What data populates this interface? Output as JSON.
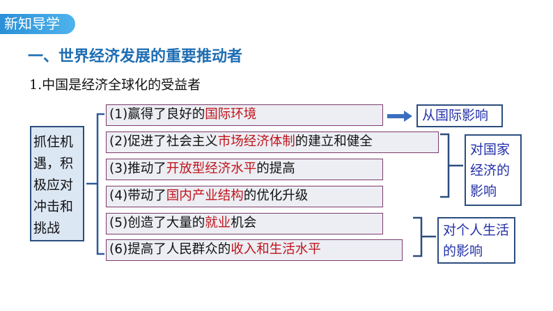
{
  "tag": "新知导学",
  "heading": "一、世界经济发展的重要推动者",
  "subheading": "1.中国是经济全球化的受益者",
  "left_box": "抓住机遇，积极应对冲击和挑战",
  "rows": [
    {
      "pre": "(1)赢得了良好的",
      "red": "国际环境",
      "post": ""
    },
    {
      "pre": "(2)促进了社会主义",
      "red": "市场经济体制",
      "post": "的建立和健全"
    },
    {
      "pre": "(3)推动了",
      "red": "开放型经济水平",
      "post": "的提高"
    },
    {
      "pre": "(4)带动了",
      "red": "国内产业结构",
      "post": "的优化升级"
    },
    {
      "pre": "(5)创造了大量的",
      "red": "就业",
      "post": "机会"
    },
    {
      "pre": "(6)提高了人民群众的",
      "red": "收入和生活水平",
      "post": ""
    }
  ],
  "effects": {
    "international": "从国际影响",
    "national": "对国家经济的影响",
    "personal": "对个人生活的影响"
  },
  "colors": {
    "heading": "#1d6db3",
    "highlight": "#c0141c",
    "border": "#2b4c7e"
  }
}
